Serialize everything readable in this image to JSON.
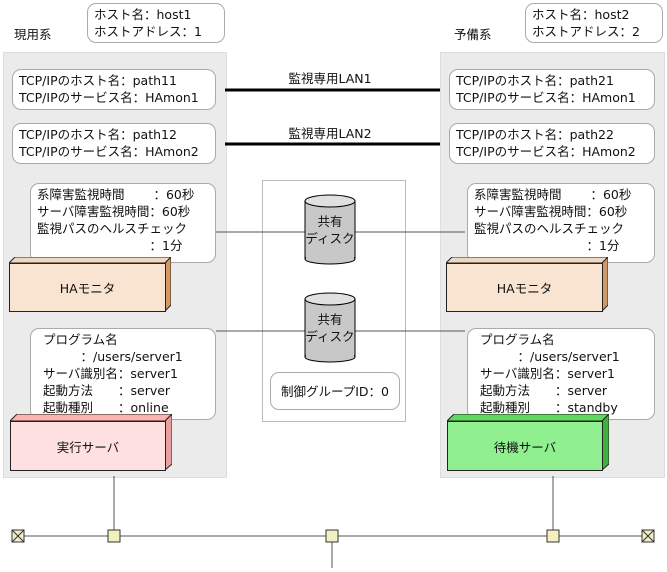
{
  "primary": {
    "title": "現用系",
    "host": [
      "ホスト名：host1",
      "ホストアドレス：1"
    ],
    "path1": [
      "TCP/IPのホスト名：path11",
      "TCP/IPのサービス名：HAmon1"
    ],
    "path2": [
      "TCP/IPのホスト名：path12",
      "TCP/IPのサービス名：HAmon2"
    ],
    "monitor": [
      "系障害監視時間　　 ：60秒",
      "サーバ障害監視時間：60秒",
      "監視パスのヘルスチェック",
      "　　　　　　　　　：1分"
    ],
    "ha_label": "HAモニタ",
    "program": [
      "プログラム名",
      "　　　：/users/server1",
      "サーバ識別名：server1",
      "起動方法　　：server",
      "起動種別　　：online"
    ],
    "server_label": "実行サーバ",
    "server_color": "#ffe0e0"
  },
  "standby": {
    "title": "予備系",
    "host": [
      "ホスト名：host2",
      "ホストアドレス：2"
    ],
    "path1": [
      "TCP/IPのホスト名：path21",
      "TCP/IPのサービス名：HAmon1"
    ],
    "path2": [
      "TCP/IPのホスト名：path22",
      "TCP/IPのサービス名：HAmon2"
    ],
    "monitor": [
      "系障害監視時間　　 ：60秒",
      "サーバ障害監視時間：60秒",
      "監視パスのヘルスチェック",
      "　　　　　　　　　：1分"
    ],
    "ha_label": "HAモニタ",
    "program": [
      "プログラム名",
      "　　　：/users/server1",
      "サーバ識別名：server1",
      "起動方法　　：server",
      "起動種別　　：standby"
    ],
    "server_label": "待機サーバ",
    "server_color": "#90f090"
  },
  "lan1": "監視専用LAN1",
  "lan2": "監視専用LAN2",
  "disk_label": [
    "共有",
    "ディスク"
  ],
  "control_group": "制御グループID：0",
  "ha_color": "#f8e4d0"
}
